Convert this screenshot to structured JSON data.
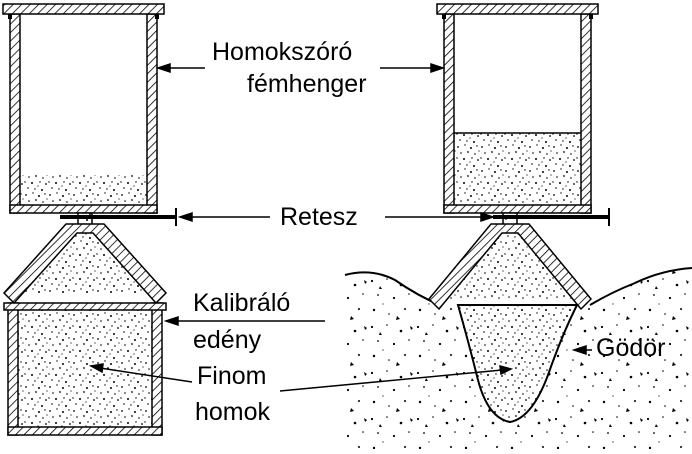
{
  "labels": {
    "cylinder_line1": "Homokszóró",
    "cylinder_line2": "fémhenger",
    "latch": "Retesz",
    "calib_line1": "Kalibráló",
    "calib_line2": "edény",
    "sand_line1": "Finom",
    "sand_line2": "homok",
    "hole": "Gödör"
  },
  "colors": {
    "ink": "#000000",
    "paper": "#ffffff"
  }
}
